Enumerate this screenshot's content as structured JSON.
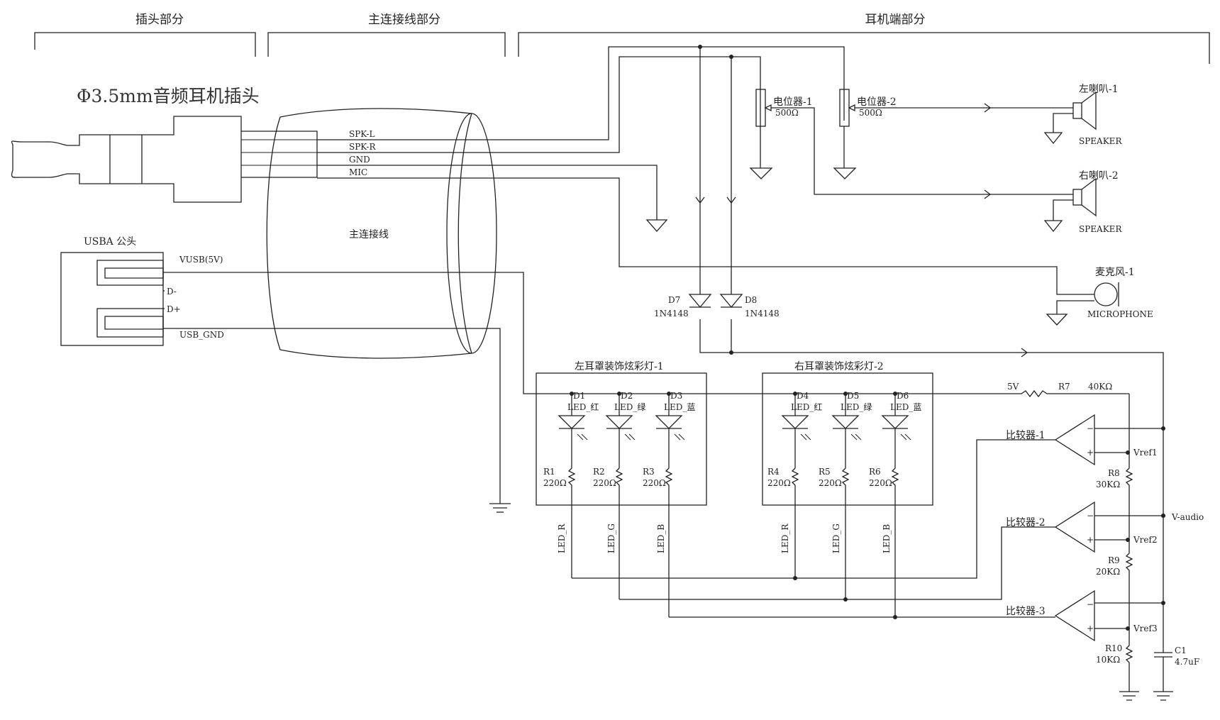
{
  "sections": {
    "plug": "插头部分",
    "main_cable": "主连接线部分",
    "earphone": "耳机端部分"
  },
  "plug": {
    "title": "Φ3.5mm音频耳机插头",
    "usb_title": "USBA 公头"
  },
  "cable": {
    "label": "主连接线",
    "signals": [
      "SPK-L",
      "SPK-R",
      "GND",
      "MIC"
    ],
    "usb_signals": [
      "VUSB(5V)",
      "D-",
      "D+",
      "USB_GND"
    ]
  },
  "potentiometers": [
    {
      "name": "电位器-1",
      "value": "500Ω"
    },
    {
      "name": "电位器-2",
      "value": "500Ω"
    }
  ],
  "speakers": [
    {
      "name": "左喇叭-1",
      "type": "SPEAKER"
    },
    {
      "name": "右喇叭-2",
      "type": "SPEAKER"
    }
  ],
  "microphone": {
    "name": "麦克风-1",
    "type": "MICROPHONE"
  },
  "diodes": [
    {
      "name": "D7",
      "part": "1N4148"
    },
    {
      "name": "D8",
      "part": "1N4148"
    }
  ],
  "led_groups": [
    {
      "title": "左耳罩装饰炫彩灯-1",
      "leds": [
        {
          "name": "D1",
          "label": "LED_红",
          "res": "R1",
          "res_val": "220Ω",
          "net": "LED_R"
        },
        {
          "name": "D2",
          "label": "LED_绿",
          "res": "R2",
          "res_val": "220Ω",
          "net": "LED_G"
        },
        {
          "name": "D3",
          "label": "LED_蓝",
          "res": "R3",
          "res_val": "220Ω",
          "net": "LED_B"
        }
      ]
    },
    {
      "title": "右耳罩装饰炫彩灯-2",
      "leds": [
        {
          "name": "D4",
          "label": "LED_红",
          "res": "R4",
          "res_val": "220Ω",
          "net": "LED_R"
        },
        {
          "name": "D5",
          "label": "LED_绿",
          "res": "R5",
          "res_val": "220Ω",
          "net": "LED_G"
        },
        {
          "name": "D6",
          "label": "LED_蓝",
          "res": "R6",
          "res_val": "220Ω",
          "net": "LED_B"
        }
      ]
    }
  ],
  "comparators": [
    "比较器-1",
    "比较器-2",
    "比较器-3"
  ],
  "divider": {
    "net_5v": "5V",
    "r7": "R7",
    "r7_val": "40KΩ",
    "r8": "R8",
    "r8_val": "30KΩ",
    "r9": "R9",
    "r9_val": "20KΩ",
    "r10": "R10",
    "r10_val": "10KΩ",
    "vref": [
      "Vref1",
      "Vref2",
      "Vref3"
    ],
    "vaudio": "V-audio",
    "c1": "C1",
    "c1_val": "4.7uF"
  }
}
